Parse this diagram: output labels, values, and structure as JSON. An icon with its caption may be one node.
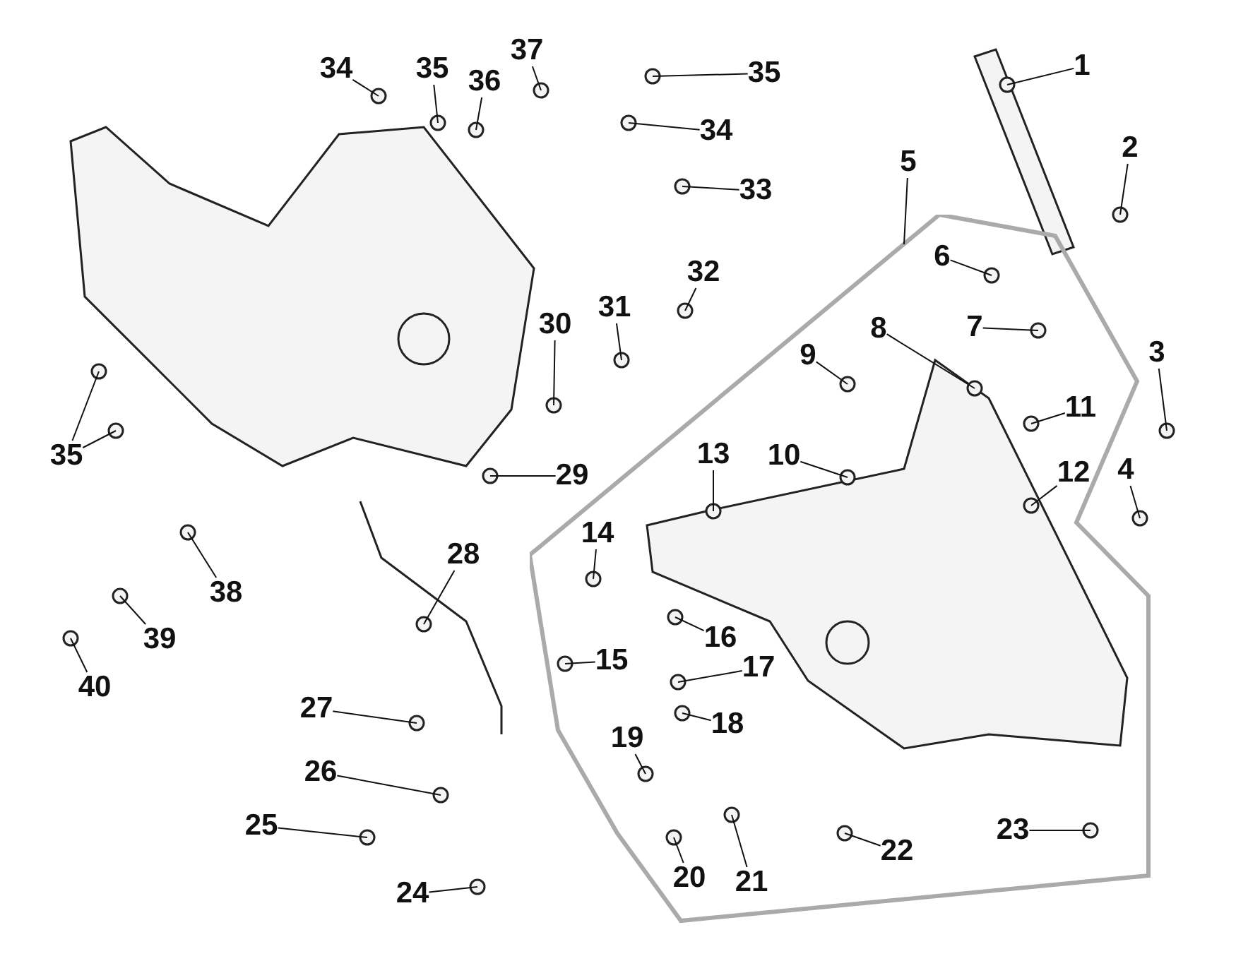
{
  "diagram": {
    "nodes": [
      {
        "text": [
          "1"
        ]
      },
      {
        "text": [
          "2"
        ]
      },
      {
        "text": [
          "3"
        ]
      },
      {
        "text": [
          "4"
        ]
      },
      {
        "text": [
          "5"
        ]
      },
      {
        "text": [],
        "shape": "box"
      },
      {
        "text": [
          "6"
        ],
        "in": 5
      },
      {
        "text": [
          "7"
        ],
        "in": 5
      },
      {
        "text": [
          "8"
        ],
        "in": 5
      },
      {
        "text": [
          "9"
        ],
        "in": 5
      },
      {
        "text": [
          "10"
        ],
        "in": 5
      },
      {
        "text": [
          "11"
        ],
        "in": 5
      },
      {
        "text": [
          "12"
        ],
        "in": 5
      },
      {
        "text": [
          "13"
        ],
        "in": 5
      },
      {
        "text": [
          "14"
        ],
        "in": 5
      },
      {
        "text": [
          "15"
        ],
        "in": 5
      },
      {
        "text": [
          "16"
        ],
        "in": 5
      },
      {
        "text": [
          "17"
        ],
        "in": 5
      },
      {
        "text": [
          "18"
        ],
        "in": 5
      },
      {
        "text": [
          "19"
        ],
        "in": 5
      },
      {
        "text": [
          "20"
        ],
        "in": 5
      },
      {
        "text": [
          "21"
        ],
        "in": 5
      },
      {
        "text": [
          "22"
        ],
        "in": 5
      },
      {
        "text": [
          "23"
        ],
        "in": 5
      },
      {
        "text": [
          "24"
        ]
      },
      {
        "text": [
          "25"
        ]
      },
      {
        "text": [
          "26"
        ]
      },
      {
        "text": [
          "27"
        ]
      },
      {
        "text": [
          "28"
        ]
      },
      {
        "text": [
          "29"
        ]
      },
      {
        "text": [
          "30"
        ]
      },
      {
        "text": [
          "31"
        ]
      },
      {
        "text": [
          "32"
        ]
      },
      {
        "text": [
          "33"
        ]
      },
      {
        "text": [
          "34"
        ]
      },
      {
        "text": [
          "35"
        ]
      },
      {
        "text": [
          "36"
        ]
      },
      {
        "text": [
          "37"
        ]
      },
      {
        "text": [
          "38"
        ]
      },
      {
        "text": [
          "39"
        ]
      },
      {
        "text": [
          "40"
        ]
      },
      {
        "text": [
          "34"
        ]
      },
      {
        "text": [
          "35"
        ]
      },
      {
        "text": [
          "35"
        ]
      }
    ],
    "edges": [
      {
        "from": 0,
        "to": null,
        "arrow": "none"
      },
      {
        "from": 1,
        "to": null,
        "arrow": "none"
      },
      {
        "from": 2,
        "to": null,
        "arrow": "none"
      },
      {
        "from": 3,
        "to": null,
        "arrow": "none"
      },
      {
        "from": 4,
        "to": 5,
        "arrow": "none"
      },
      {
        "from": 6,
        "to": null,
        "arrow": "none"
      },
      {
        "from": 7,
        "to": null,
        "arrow": "none"
      },
      {
        "from": 8,
        "to": null,
        "arrow": "none"
      },
      {
        "from": 9,
        "to": null,
        "arrow": "none"
      },
      {
        "from": 10,
        "to": null,
        "arrow": "none"
      },
      {
        "from": 11,
        "to": null,
        "arrow": "none"
      },
      {
        "from": 12,
        "to": null,
        "arrow": "none"
      },
      {
        "from": 13,
        "to": null,
        "arrow": "none"
      },
      {
        "from": 14,
        "to": null,
        "arrow": "none"
      },
      {
        "from": 15,
        "to": null,
        "arrow": "none"
      },
      {
        "from": 16,
        "to": null,
        "arrow": "none"
      },
      {
        "from": 17,
        "to": null,
        "arrow": "none"
      },
      {
        "from": 18,
        "to": null,
        "arrow": "none"
      },
      {
        "from": 19,
        "to": null,
        "arrow": "none"
      },
      {
        "from": 20,
        "to": null,
        "arrow": "none"
      },
      {
        "from": 21,
        "to": null,
        "arrow": "none"
      },
      {
        "from": 22,
        "to": null,
        "arrow": "none"
      },
      {
        "from": 23,
        "to": null,
        "arrow": "none"
      },
      {
        "from": 24,
        "to": null,
        "arrow": "none"
      },
      {
        "from": 25,
        "to": null,
        "arrow": "none"
      },
      {
        "from": 26,
        "to": null,
        "arrow": "none"
      },
      {
        "from": 27,
        "to": null,
        "arrow": "none"
      },
      {
        "from": 28,
        "to": null,
        "arrow": "none"
      },
      {
        "from": 29,
        "to": null,
        "arrow": "none"
      },
      {
        "from": 30,
        "to": null,
        "arrow": "none"
      },
      {
        "from": 31,
        "to": null,
        "arrow": "none"
      },
      {
        "from": 32,
        "to": null,
        "arrow": "none"
      },
      {
        "from": 33,
        "to": null,
        "arrow": "none"
      },
      {
        "from": 34,
        "to": null,
        "arrow": "none"
      },
      {
        "from": 35,
        "to": null,
        "arrow": "none"
      },
      {
        "from": 36,
        "to": null,
        "arrow": "none"
      },
      {
        "from": 37,
        "to": null,
        "arrow": "none"
      },
      {
        "from": 38,
        "to": null,
        "arrow": "none"
      },
      {
        "from": 39,
        "to": null,
        "arrow": "none"
      },
      {
        "from": 40,
        "to": null,
        "arrow": "none"
      },
      {
        "from": 41,
        "to": null,
        "arrow": "none"
      },
      {
        "from": 42,
        "to": null,
        "arrow": "none"
      },
      {
        "from": 43,
        "to": null,
        "arrow": "none"
      },
      {
        "from": 43,
        "to": null,
        "arrow": "none"
      }
    ]
  }
}
